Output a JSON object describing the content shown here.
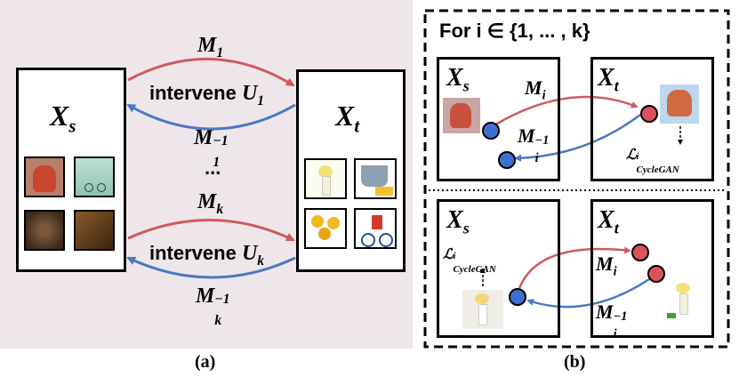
{
  "panel_a": {
    "caption": "(a)",
    "source_domain": "X",
    "source_sub": "s",
    "target_domain": "X",
    "target_sub": "t",
    "top_forward": {
      "base": "M",
      "sub": "1"
    },
    "top_intervene_word": "intervene",
    "top_intervene_var": {
      "base": "U",
      "sub": "1"
    },
    "top_inverse": {
      "base": "M",
      "sub": "1",
      "sup": "−1"
    },
    "ellipsis": "...",
    "bottom_forward": {
      "base": "M",
      "sub": "k"
    },
    "bottom_intervene_word": "intervene",
    "bottom_intervene_var": {
      "base": "U",
      "sub": "k"
    },
    "bottom_inverse": {
      "base": "M",
      "sub": "k",
      "sup": "−1"
    }
  },
  "panel_b": {
    "caption": "(b)",
    "header": "For i ∈ {1, ... , k}",
    "top": {
      "left_domain": "X",
      "left_sub": "s",
      "right_domain": "X",
      "right_sub": "t",
      "forward": {
        "base": "M",
        "sub": "i"
      },
      "inverse": {
        "base": "M",
        "sub": "i",
        "sup": "−1"
      },
      "loss": {
        "base": "ℒ",
        "sub": "CycleGAN",
        "sup": "i"
      }
    },
    "bottom": {
      "left_domain": "X",
      "left_sub": "s",
      "right_domain": "X",
      "right_sub": "t",
      "forward": {
        "base": "M",
        "sub": "i"
      },
      "inverse": {
        "base": "M",
        "sub": "i",
        "sup": "−1"
      },
      "loss": {
        "base": "ℒ",
        "sub": "CycleGAN",
        "sup": "i"
      }
    }
  },
  "colors": {
    "forward_arrow": "#d05a5c",
    "inverse_arrow": "#4a78c2",
    "red_node": "#d9545a",
    "blue_node": "#3f6fd1",
    "panel_a_background": "#efe6ec"
  }
}
